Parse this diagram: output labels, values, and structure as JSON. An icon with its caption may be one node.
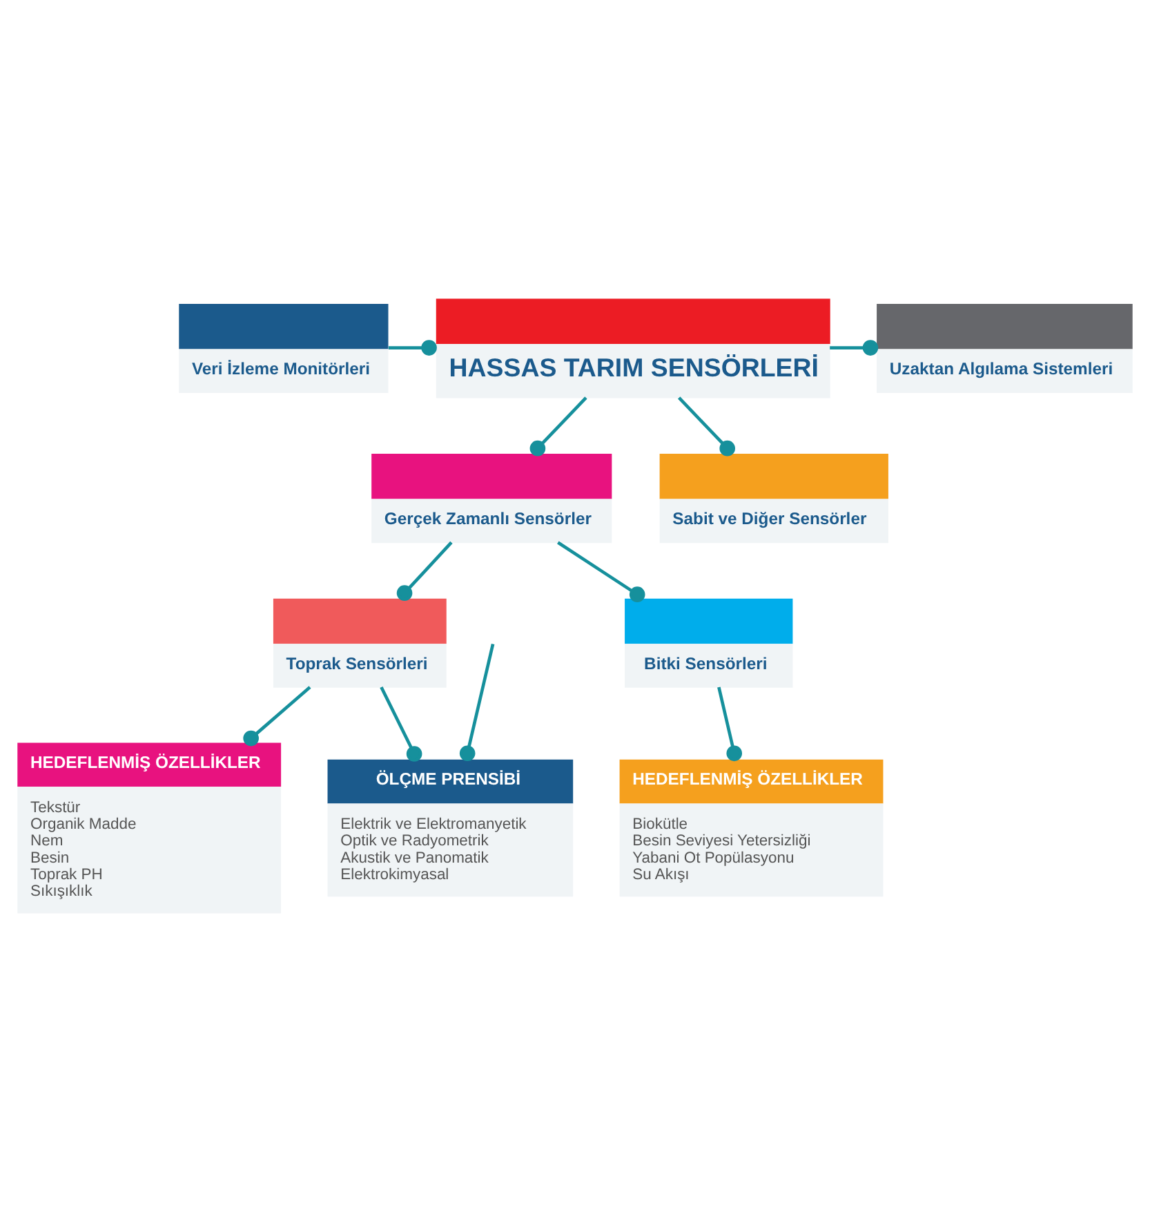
{
  "diagram": {
    "nodes": [
      {
        "text": [
          "HASSAS TARIM SENSÖRLERİ"
        ]
      },
      {
        "text": [
          "Veri İzleme Monitörleri"
        ]
      },
      {
        "text": [
          "Uzaktan Algılama Sistemleri"
        ]
      },
      {
        "text": [
          "Gerçek Zamanlı Sensörler"
        ]
      },
      {
        "text": [
          "Sabit ve Diğer Sensörler"
        ]
      },
      {
        "text": [
          "Toprak Sensörleri"
        ]
      },
      {
        "text": [
          "Bitki Sensörleri"
        ]
      },
      {
        "text": [
          "HEDEFLENMİŞ ÖZELLİKLER",
          "Tekstür",
          "Organik Madde",
          "Nem",
          "Besin",
          "Toprak PH",
          "Sıkışıklık"
        ]
      },
      {
        "text": [
          "ÖLÇME PRENSİBİ",
          "Elektrik ve Elektromanyetik",
          "Optik ve Radyometrik",
          "Akustik ve Panomatik",
          "Elektrokimyasal"
        ]
      },
      {
        "text": [
          "HEDEFLENMİŞ ÖZELLİKLER",
          "Biokütle",
          "Besin Seviyesi Yetersizliği",
          "Yabani Ot Popülasyonu",
          "Su Akışı"
        ]
      }
    ],
    "edges": [
      {
        "from": 1,
        "to": 0,
        "arrow": "other"
      },
      {
        "from": 0,
        "to": 2,
        "arrow": "other"
      },
      {
        "from": 0,
        "to": 3,
        "arrow": "other"
      },
      {
        "from": 0,
        "to": 4,
        "arrow": "other"
      },
      {
        "from": 3,
        "to": 5,
        "arrow": "other"
      },
      {
        "from": 3,
        "to": 6,
        "arrow": "other"
      },
      {
        "from": 5,
        "to": 7,
        "arrow": "other"
      },
      {
        "from": 5,
        "to": 8,
        "arrow": "other"
      },
      {
        "from": null,
        "to": 8,
        "arrow": "other"
      },
      {
        "from": 6,
        "to": 9,
        "arrow": "other"
      }
    ]
  }
}
